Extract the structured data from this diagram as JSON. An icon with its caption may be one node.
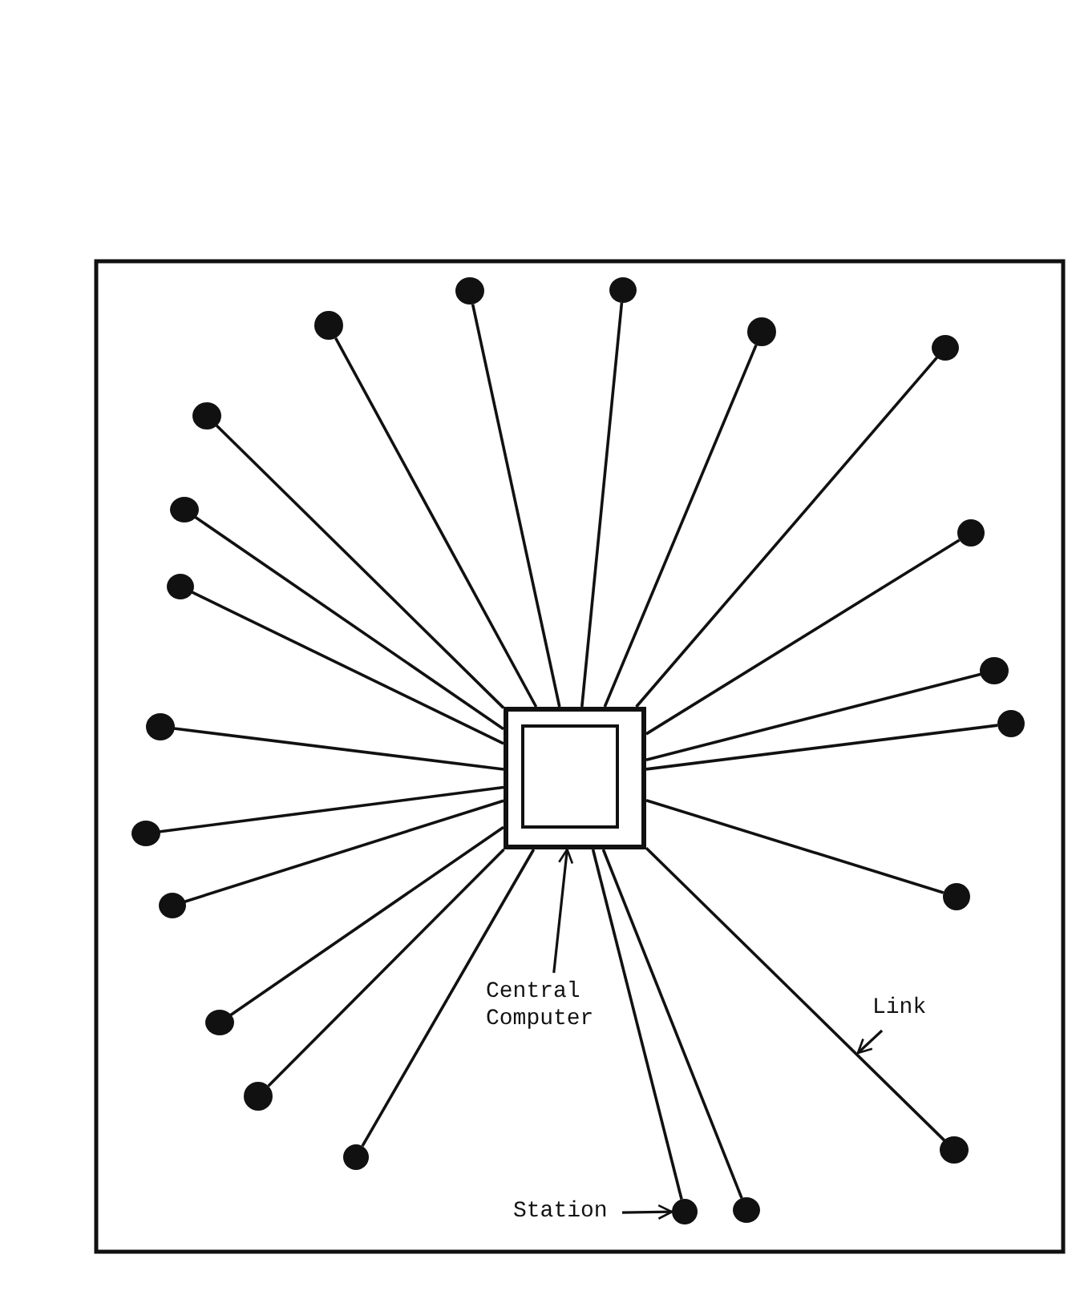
{
  "diagram": {
    "nodes": [
      {
        "text": [],
        "shape": "box"
      },
      {
        "text": [],
        "shape": "circle"
      },
      {
        "text": [],
        "shape": "circle"
      },
      {
        "text": [],
        "shape": "circle"
      },
      {
        "text": [],
        "shape": "circle"
      },
      {
        "text": [],
        "shape": "circle"
      },
      {
        "text": [],
        "shape": "circle"
      },
      {
        "text": [],
        "shape": "circle"
      },
      {
        "text": [],
        "shape": "circle"
      },
      {
        "text": [],
        "shape": "circle"
      },
      {
        "text": [],
        "shape": "circle"
      },
      {
        "text": [],
        "shape": "circle"
      },
      {
        "text": [],
        "shape": "circle"
      },
      {
        "text": [],
        "shape": "circle"
      },
      {
        "text": [],
        "shape": "circle"
      },
      {
        "text": [],
        "shape": "circle"
      },
      {
        "text": [],
        "shape": "circle"
      },
      {
        "text": [],
        "shape": "circle"
      },
      {
        "text": [],
        "shape": "circle"
      },
      {
        "text": [],
        "shape": "circle"
      },
      {
        "text": [],
        "shape": "circle"
      },
      {
        "text": [],
        "shape": "circle"
      },
      {
        "text": [
          "Central Computer"
        ]
      },
      {
        "text": [
          "Link"
        ]
      },
      {
        "text": [
          "Station"
        ]
      }
    ],
    "edges": [
      {
        "from": 0,
        "to": 1,
        "arrow": "none"
      },
      {
        "from": 0,
        "to": 2,
        "arrow": "none"
      },
      {
        "from": 0,
        "to": 3,
        "arrow": "none"
      },
      {
        "from": 0,
        "to": 4,
        "arrow": "none"
      },
      {
        "from": 0,
        "to": 5,
        "arrow": "none"
      },
      {
        "from": 0,
        "to": 6,
        "arrow": "none"
      },
      {
        "from": 0,
        "to": 7,
        "arrow": "none"
      },
      {
        "from": 0,
        "to": 8,
        "arrow": "none"
      },
      {
        "from": 0,
        "to": 9,
        "arrow": "none"
      },
      {
        "from": 0,
        "to": 10,
        "arrow": "none"
      },
      {
        "from": 0,
        "to": 11,
        "arrow": "none"
      },
      {
        "from": 0,
        "to": 12,
        "arrow": "none"
      },
      {
        "from": 0,
        "to": 13,
        "arrow": "none"
      },
      {
        "from": 0,
        "to": 14,
        "arrow": "none"
      },
      {
        "from": 0,
        "to": 15,
        "arrow": "none"
      },
      {
        "from": 0,
        "to": 16,
        "arrow": "none"
      },
      {
        "from": 0,
        "to": 17,
        "arrow": "none"
      },
      {
        "from": 0,
        "to": 18,
        "arrow": "none"
      },
      {
        "from": 0,
        "to": 19,
        "arrow": "none"
      },
      {
        "from": 0,
        "to": 20,
        "arrow": "none"
      },
      {
        "from": 0,
        "to": 21,
        "arrow": "none"
      },
      {
        "from": 22,
        "to": 0,
        "arrow": "to"
      },
      {
        "from": 23,
        "to": null,
        "arrow": "to"
      },
      {
        "from": 24,
        "to": 20,
        "arrow": "to"
      }
    ]
  }
}
